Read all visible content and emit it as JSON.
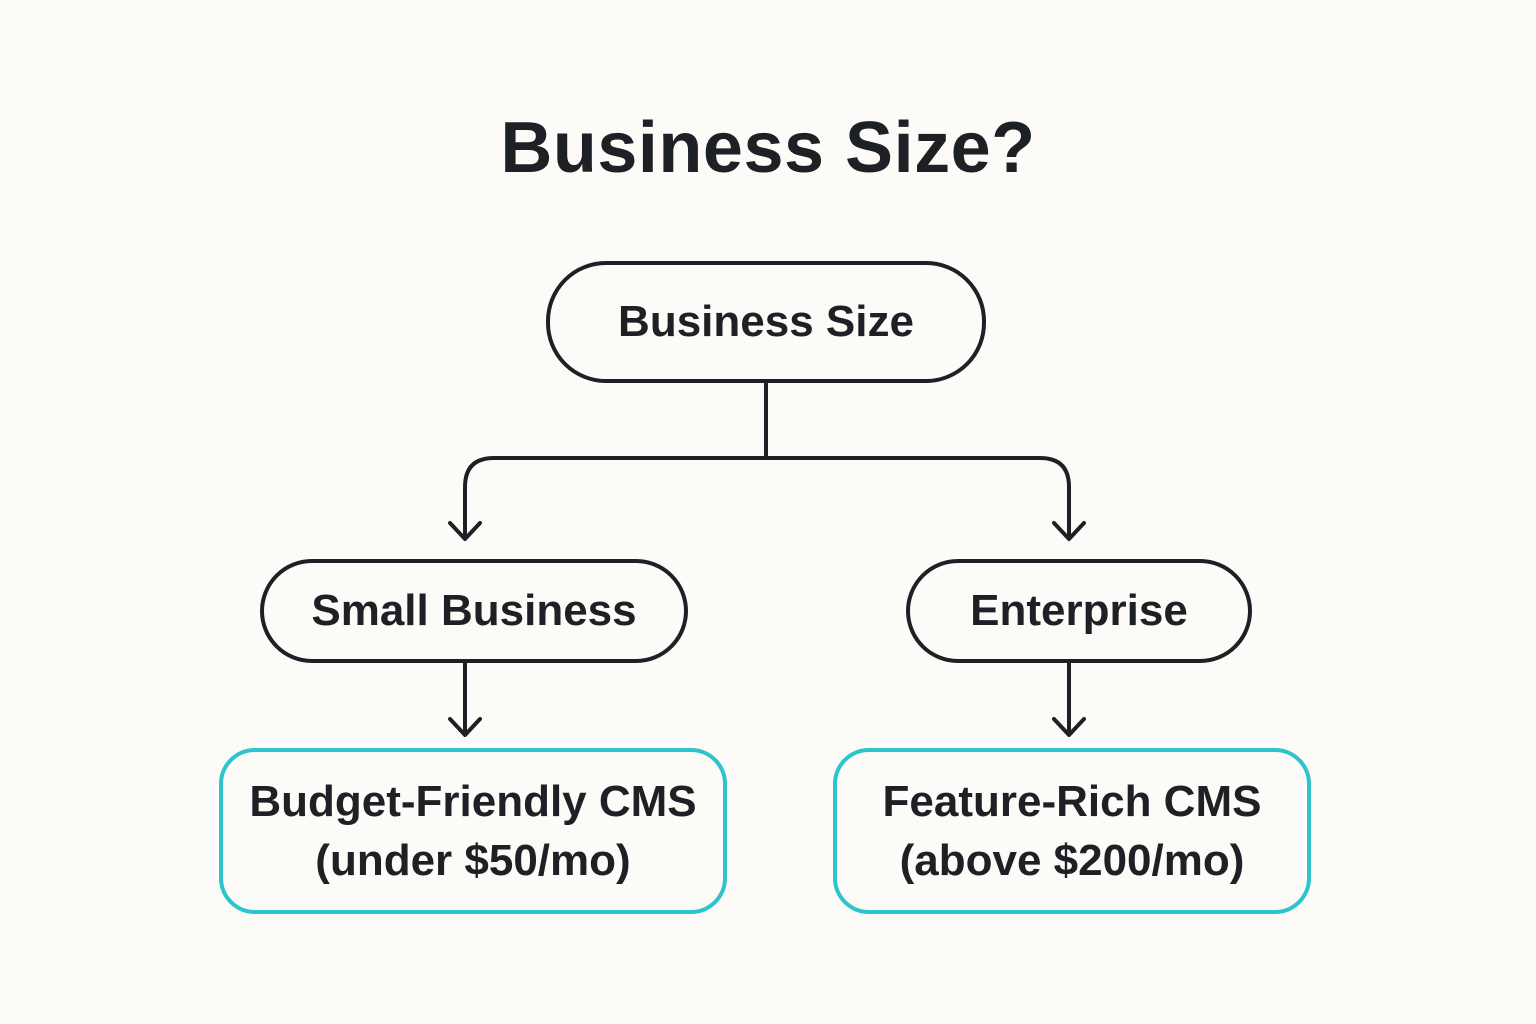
{
  "title": "Business Size?",
  "colors": {
    "background": "#fcfbf7",
    "text": "#1d2126",
    "outcome_border": "#2ec4cc"
  },
  "nodes": {
    "root": {
      "label": "Business Size"
    },
    "small": {
      "label": "Small Business"
    },
    "enterprise": {
      "label": "Enterprise"
    },
    "small_outcome": {
      "line1": "Budget-Friendly CMS",
      "line2": "(under $50/mo)"
    },
    "enterprise_outcome": {
      "line1": "Feature-Rich CMS",
      "line2": "(above $200/mo)"
    }
  },
  "edges": [
    {
      "from": "Business Size",
      "to": "Small Business"
    },
    {
      "from": "Business Size",
      "to": "Enterprise"
    },
    {
      "from": "Small Business",
      "to": "Budget-Friendly CMS"
    },
    {
      "from": "Enterprise",
      "to": "Feature-Rich CMS"
    }
  ]
}
